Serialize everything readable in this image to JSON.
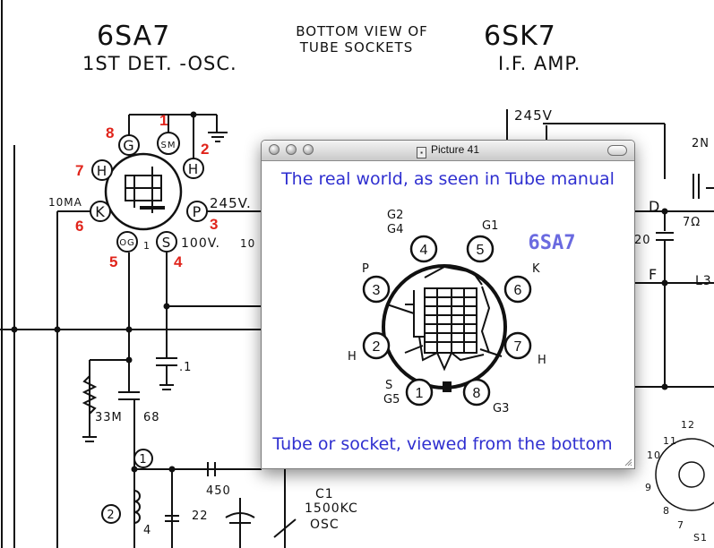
{
  "schematic": {
    "tube_left_title": "6SA7",
    "tube_left_subtitle": "1ST DET. -OSC.",
    "center_heading_line1": "BOTTOM VIEW OF",
    "center_heading_line2": "TUBE SOCKETS",
    "tube_right_title": "6SK7",
    "tube_right_subtitle": "I.F. AMP.",
    "pin_labels": {
      "g": "G",
      "sm": "SM",
      "h": "H",
      "k": "K",
      "p": "P",
      "og": "OG",
      "s": "S"
    },
    "pin_numbers": [
      "1",
      "2",
      "3",
      "4",
      "5",
      "6",
      "7",
      "8"
    ],
    "label_10ma": "10MA",
    "label_245v": "245V.",
    "label_100v": "100V.",
    "label_245v_right": "245V",
    "label_01": ".1",
    "label_33m": "33M",
    "label_68": "68",
    "label_450": "450",
    "label_22": "22",
    "label_4": "4",
    "label_c1": "C1",
    "label_1500kc": "1500KC",
    "label_osc": "OSC",
    "label_d": "D",
    "label_f": "F",
    "label_l3": "L3",
    "label_7o": "7Ω",
    "label_20": "20",
    "label_2n": "2N",
    "label_12": "12",
    "label_11": "11",
    "label_10": "10",
    "label_9": "9",
    "label_8": "8",
    "label_7": "7",
    "label_s1": "S1",
    "circled_1": "1",
    "circled_2": "2",
    "label_10_small": "10",
    "label_1": "1"
  },
  "window": {
    "title": "Picture 41",
    "caption_top": "The real world, as seen in Tube manual",
    "caption_bottom": "Tube or socket, viewed from the bottom",
    "tube_name": "6SA7",
    "pin_numbers": [
      "1",
      "2",
      "3",
      "4",
      "5",
      "6",
      "7",
      "8"
    ],
    "pin_labels": {
      "g2g4_top": "G2",
      "g2g4_bottom": "G4",
      "g1": "G1",
      "p": "P",
      "k": "K",
      "h_left": "H",
      "h_right": "H",
      "sg5_top": "S",
      "sg5_bottom": "G5",
      "g3": "G3"
    }
  },
  "colors": {
    "caption": "#2f2fd0",
    "tube_name": "#6a6ae0",
    "pin_number_red": "#e0241b"
  }
}
